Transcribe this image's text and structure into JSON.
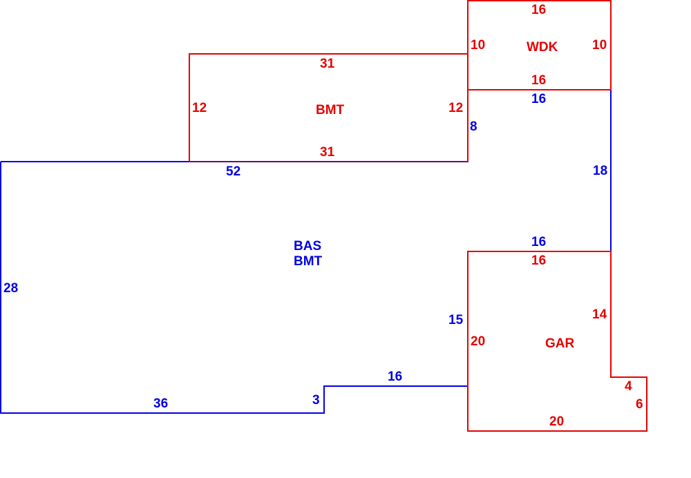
{
  "colors": {
    "main": "#0000e6",
    "addition": "#e60000",
    "background": "#ffffff"
  },
  "areas": [
    {
      "id": "bas",
      "code_lines": [
        "BAS",
        "BMT"
      ],
      "color": "main",
      "dims": [
        "52",
        "8",
        "18",
        "16",
        "15",
        "16",
        "3",
        "36",
        "28"
      ]
    },
    {
      "id": "bmt",
      "code_lines": [
        "BMT"
      ],
      "color": "addition",
      "dims": [
        "31",
        "12",
        "31",
        "12"
      ]
    },
    {
      "id": "wdk",
      "code_lines": [
        "WDK"
      ],
      "color": "addition",
      "dims": [
        "16",
        "10",
        "16",
        "10"
      ]
    },
    {
      "id": "gar",
      "code_lines": [
        "GAR"
      ],
      "color": "addition",
      "dims": [
        "16",
        "14",
        "4",
        "6",
        "20",
        "20"
      ]
    }
  ]
}
